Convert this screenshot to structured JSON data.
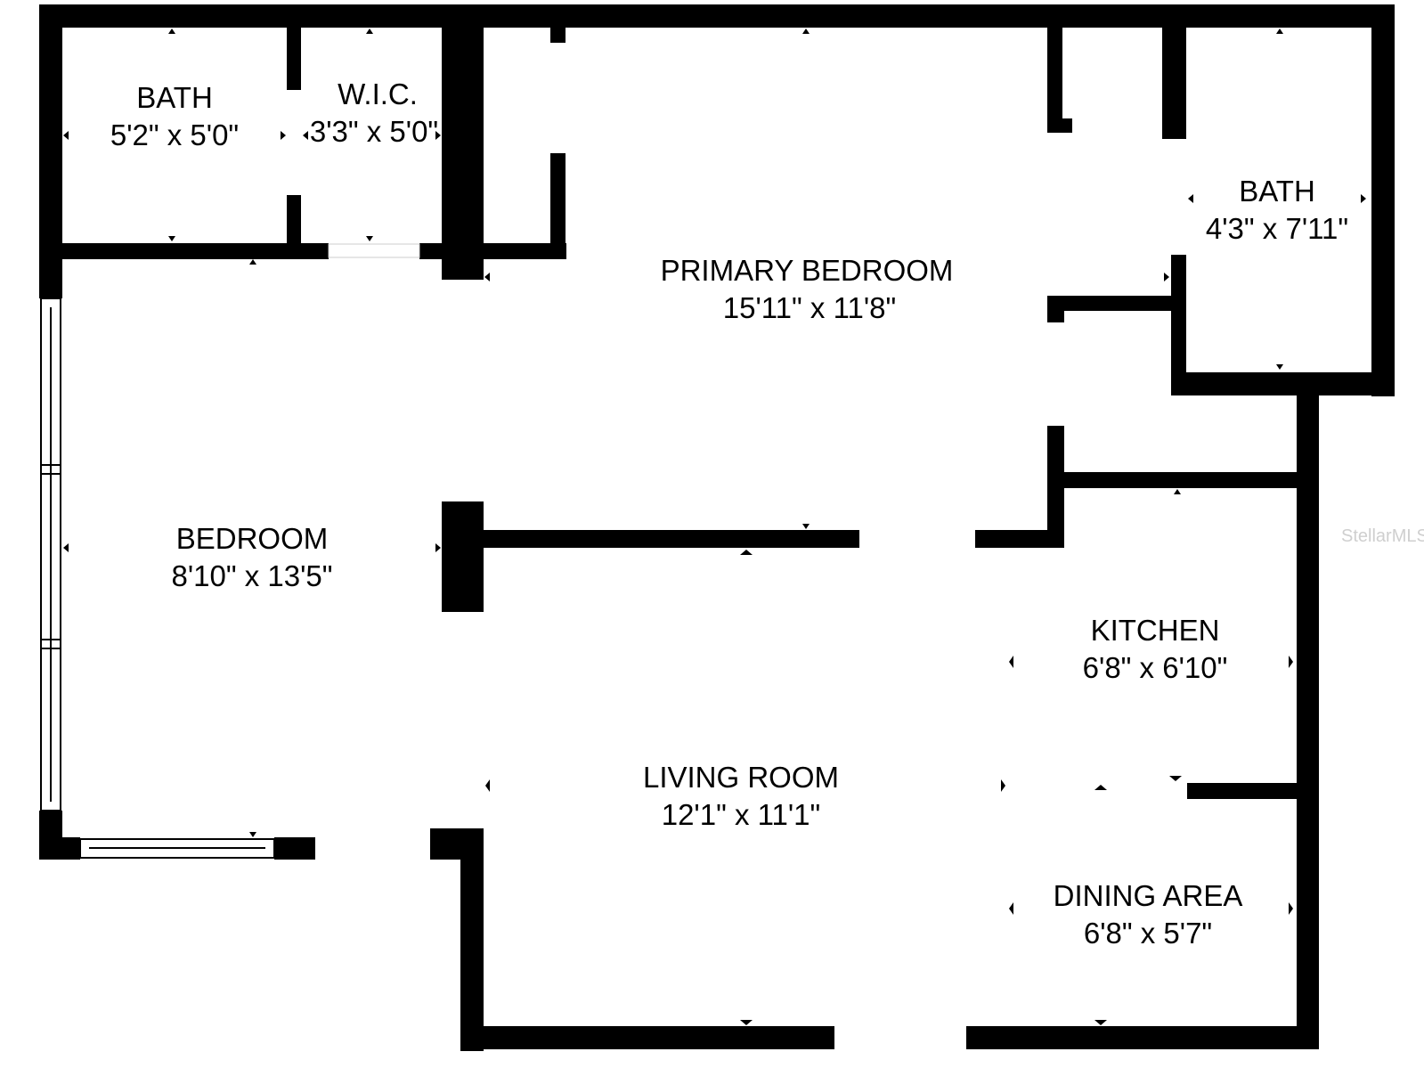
{
  "rooms": [
    {
      "id": "bath1",
      "name": "BATH",
      "dims": "5'2\" x 5'0\""
    },
    {
      "id": "wic",
      "name": "W.I.C.",
      "dims": "3'3\" x 5'0\""
    },
    {
      "id": "primary",
      "name": "PRIMARY BEDROOM",
      "dims": "15'11\" x 11'8\""
    },
    {
      "id": "bath2",
      "name": "BATH",
      "dims": "4'3\" x 7'11\""
    },
    {
      "id": "bedroom",
      "name": "BEDROOM",
      "dims": "8'10\" x 13'5\""
    },
    {
      "id": "kitchen",
      "name": "KITCHEN",
      "dims": "6'8\" x 6'10\""
    },
    {
      "id": "living",
      "name": "LIVING ROOM",
      "dims": "12'1\" x 11'1\""
    },
    {
      "id": "dining",
      "name": "DINING AREA",
      "dims": "6'8\" x 5'7\""
    }
  ],
  "watermark": "StellarMLS",
  "colors": {
    "wall": "#000000",
    "background": "#ffffff",
    "watermark": "#cfcfcf"
  }
}
